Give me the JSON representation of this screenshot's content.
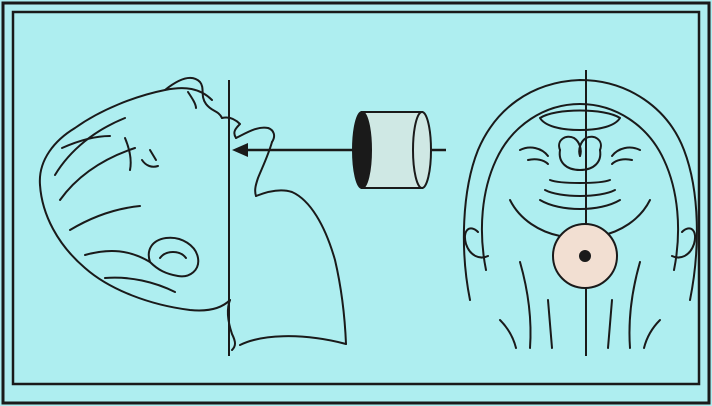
{
  "figure": {
    "panels": [
      {
        "view": "lateral",
        "subject": "head-tilted-back-side-view",
        "device": "cylindrical-detector-aimed-at-mouth"
      },
      {
        "view": "frontal-submental",
        "subject": "head-tilted-back-front-view",
        "marker": "circular-target-on-neck"
      }
    ],
    "colors": {
      "background": "#aeeef0",
      "line": "#1a1a1a",
      "target_fill": "#f2dfd2"
    }
  }
}
